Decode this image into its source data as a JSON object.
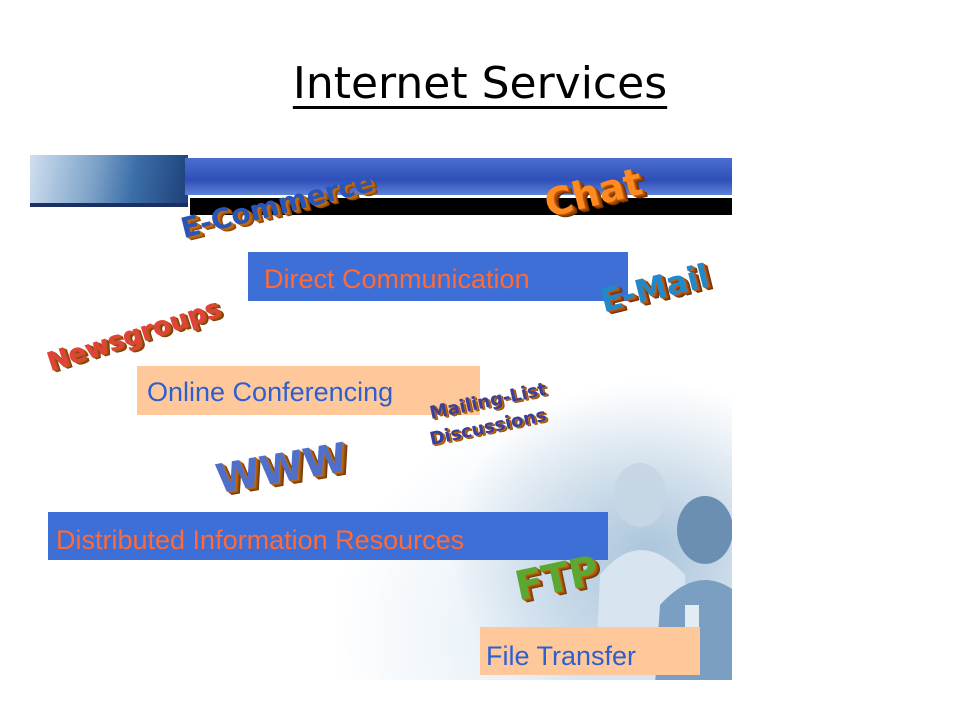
{
  "slide": {
    "title": "Internet Services"
  },
  "services": [
    {
      "label": "Direct Communication"
    },
    {
      "label": "Online Conferencing"
    },
    {
      "label": "Distributed Information Resources"
    },
    {
      "label": "File Transfer"
    }
  ],
  "tools": [
    {
      "label": "E-Commerce"
    },
    {
      "label": "Chat"
    },
    {
      "label": "E-Mail"
    },
    {
      "label": "Newsgroups"
    },
    {
      "label": "Mailing-List"
    },
    {
      "label": "Discussions"
    },
    {
      "label": "WWW"
    },
    {
      "label": "FTP"
    }
  ],
  "colors": {
    "blue_box": "#3d6fd6",
    "peach_box": "#ffc89a",
    "orange_text": "#ff6a36",
    "blue_text": "#2c5fd0"
  }
}
